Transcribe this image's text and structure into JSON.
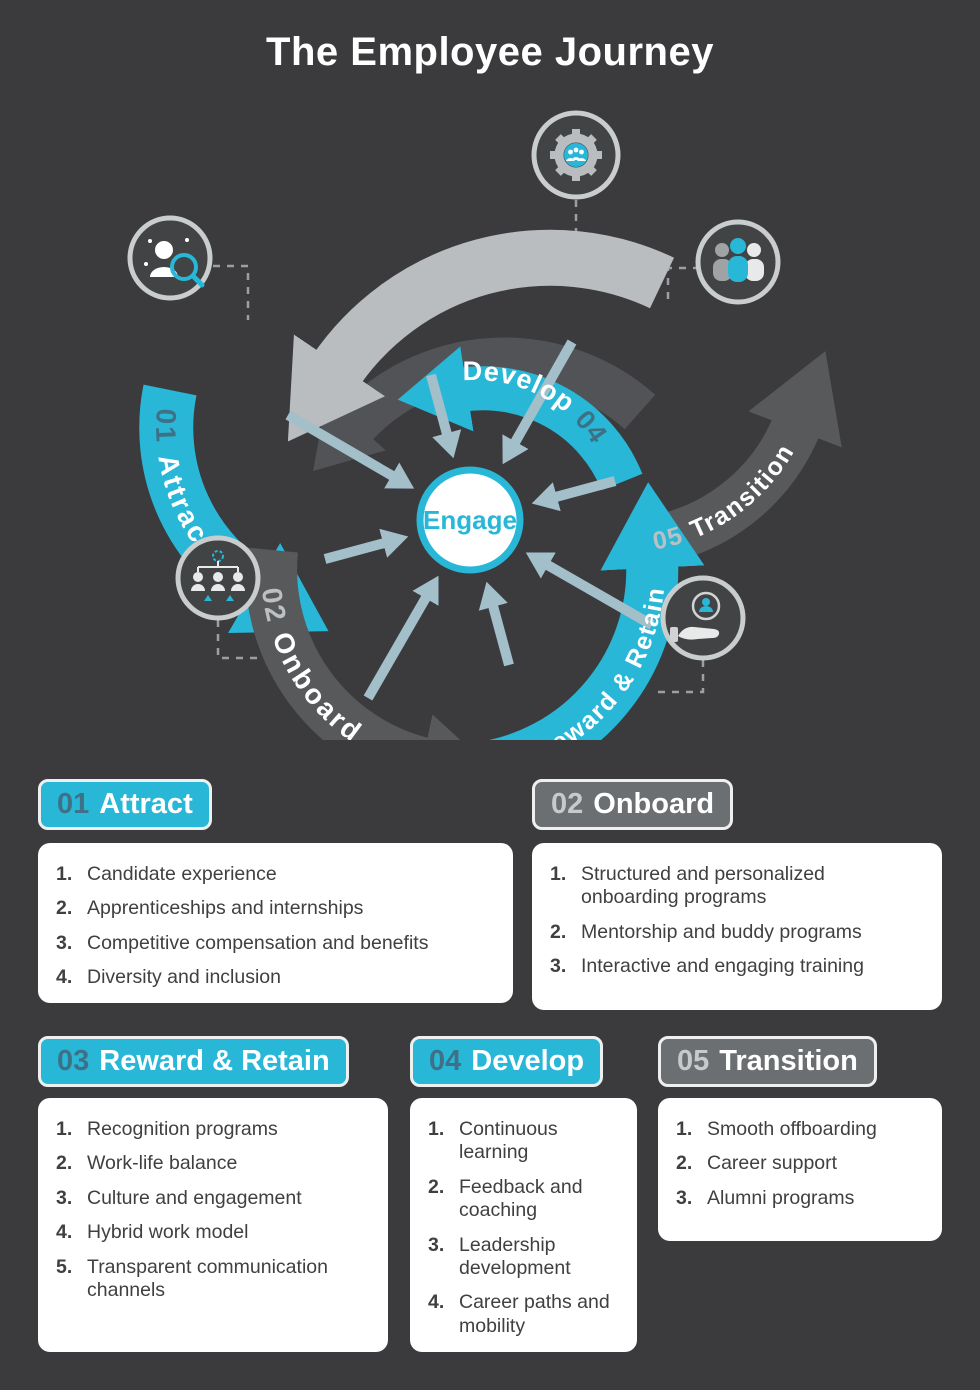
{
  "title": "The Employee Journey",
  "center_label": "Engage",
  "sections": [
    {
      "number": "01",
      "title": "Attract",
      "theme": "cyan",
      "items": [
        "Candidate experience",
        "Apprenticeships and internships",
        "Competitive compensation and benefits",
        "Diversity and inclusion"
      ]
    },
    {
      "number": "02",
      "title": "Onboard",
      "theme": "gray",
      "items": [
        "Structured and personalized onboarding programs",
        "Mentorship and buddy programs",
        "Interactive and engaging training"
      ]
    },
    {
      "number": "03",
      "title": "Reward & Retain",
      "theme": "cyan",
      "items": [
        "Recognition programs",
        "Work-life balance",
        "Culture and engagement",
        "Hybrid work model",
        "Transparent communication channels"
      ]
    },
    {
      "number": "04",
      "title": "Develop",
      "theme": "cyan",
      "items": [
        "Continuous learning",
        "Feedback and coaching",
        "Leadership development",
        "Career paths and mobility"
      ]
    },
    {
      "number": "05",
      "title": "Transition",
      "theme": "gray",
      "items": [
        "Smooth offboarding",
        "Career support",
        "Alumni programs"
      ]
    }
  ],
  "icons": {
    "candidate_search": "candidate-search-icon",
    "develop_gear": "team-gear-icon",
    "workforce_group": "workforce-group-icon",
    "org_structure": "org-structure-icon",
    "care_hand": "care-hand-icon"
  },
  "colors": {
    "background": "#3b3b3d",
    "cyan": "#29b7d8",
    "arc_dark_gray": "#58595b",
    "arc_light_gray": "#b9bdbf",
    "pill_gray": "#6b6f71",
    "card_bg": "#ffffff",
    "card_text": "#3f4041"
  }
}
